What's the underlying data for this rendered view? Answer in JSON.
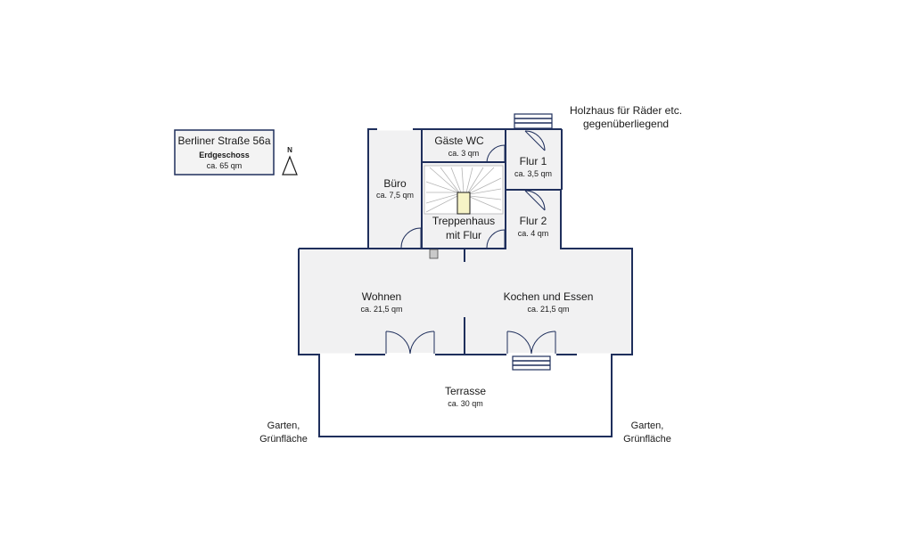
{
  "info_box": {
    "address": "Berliner Straße 56a",
    "floor": "Erdgeschoss",
    "area": "ca. 65 qm"
  },
  "north": {
    "label": "N",
    "icon": "north-arrow-icon"
  },
  "notes": {
    "holzhaus_line1": "Holzhaus für Räder etc.",
    "holzhaus_line2": "gegenüberliegend",
    "garten_left_line1": "Garten,",
    "garten_left_line2": "Grünfläche",
    "garten_right_line1": "Garten,",
    "garten_right_line2": "Grünfläche"
  },
  "rooms": {
    "buero": {
      "name": "Büro",
      "area": "ca. 7,5 qm"
    },
    "gaeste_wc": {
      "name": "Gäste WC",
      "area": "ca. 3 qm"
    },
    "flur1": {
      "name": "Flur 1",
      "area": "ca. 3,5 qm"
    },
    "treppenhaus": {
      "name_line1": "Treppenhaus",
      "name_line2": "mit Flur"
    },
    "flur2": {
      "name": "Flur 2",
      "area": "ca. 4 qm"
    },
    "wohnen": {
      "name": "Wohnen",
      "area": "ca. 21,5 qm"
    },
    "kochen": {
      "name": "Kochen und Essen",
      "area": "ca. 21,5 qm"
    },
    "terrasse": {
      "name": "Terrasse",
      "area": "ca. 30 qm"
    }
  },
  "colors": {
    "wall": "#1f2f5c",
    "floor": "#f1f1f2",
    "stair_highlight": "#f6f3c6"
  }
}
